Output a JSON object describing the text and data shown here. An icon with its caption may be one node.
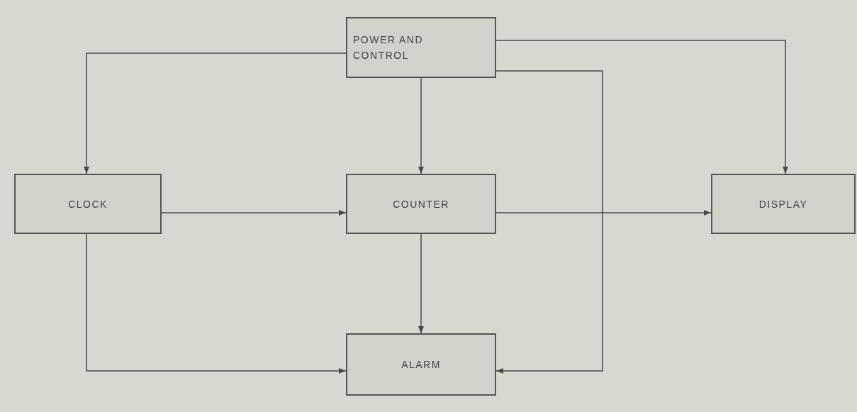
{
  "diagram": {
    "nodes": [
      {
        "text": [
          "POWER AND CONTROL"
        ]
      },
      {
        "text": [
          "CLOCK"
        ]
      },
      {
        "text": [
          "COUNTER"
        ]
      },
      {
        "text": [
          "DISPLAY"
        ]
      },
      {
        "text": [
          "ALARM"
        ]
      }
    ],
    "edges": [
      {
        "from": 0,
        "to": 1,
        "arrow": "to"
      },
      {
        "from": 0,
        "to": 2,
        "arrow": "to"
      },
      {
        "from": 0,
        "to": 3,
        "arrow": "to"
      },
      {
        "from": 0,
        "to": 4,
        "arrow": "to"
      },
      {
        "from": 1,
        "to": 2,
        "arrow": "to"
      },
      {
        "from": 2,
        "to": 3,
        "arrow": "to"
      },
      {
        "from": 2,
        "to": 4,
        "arrow": "to"
      },
      {
        "from": 1,
        "to": 4,
        "arrow": "to"
      }
    ]
  }
}
